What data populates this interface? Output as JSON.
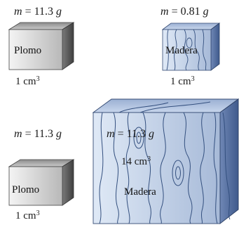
{
  "symbols": {
    "mass_var": "m",
    "unit_g": "g"
  },
  "top_row": {
    "lead": {
      "mass_value": "11.3",
      "volume_value": "1",
      "material": "Plomo"
    },
    "wood": {
      "mass_value": "0.81",
      "volume_value": "1",
      "material": "Madera"
    }
  },
  "bottom_row": {
    "lead": {
      "mass_value": "11.3",
      "volume_value": "1",
      "material": "Plomo"
    },
    "wood": {
      "mass_value": "11.3",
      "volume_value": "14",
      "material": "Madera"
    }
  },
  "colors": {
    "lead": "#9a9a9a",
    "wood": "#9bb0d3",
    "wood_grain": "#34507f"
  }
}
